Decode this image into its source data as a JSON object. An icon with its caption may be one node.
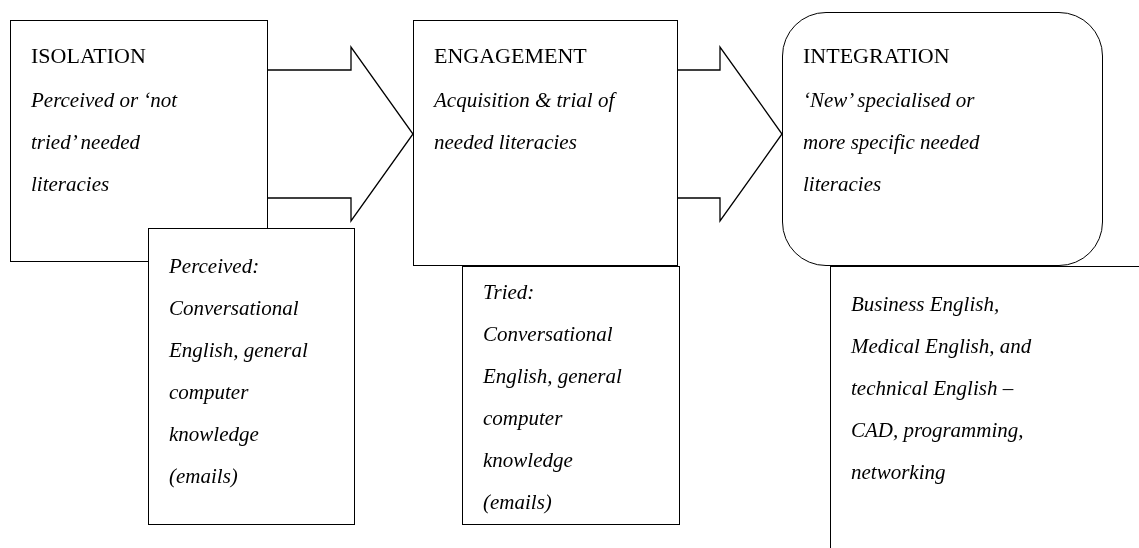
{
  "diagram": {
    "nodes": [
      {
        "text": [
          "ISOLATION",
          "Perceived or ‘not tried’ needed literacies"
        ]
      },
      {
        "text": [
          "Perceived: Conversational English, general computer knowledge (emails)"
        ]
      },
      {
        "text": [
          "ENGAGEMENT",
          "Acquisition & trial of needed literacies"
        ]
      },
      {
        "text": [
          "Tried: Conversational English, general computer knowledge (emails)"
        ]
      },
      {
        "text": [
          "INTEGRATION",
          "‘New’ specialised or more specific needed literacies"
        ]
      },
      {
        "text": [
          "Business English, Medical English, and technical English – CAD, programming, networking"
        ]
      }
    ],
    "edges": [
      {
        "from": 0,
        "to": 2,
        "arrow": "to"
      },
      {
        "from": 2,
        "to": 4,
        "arrow": "to"
      }
    ]
  }
}
